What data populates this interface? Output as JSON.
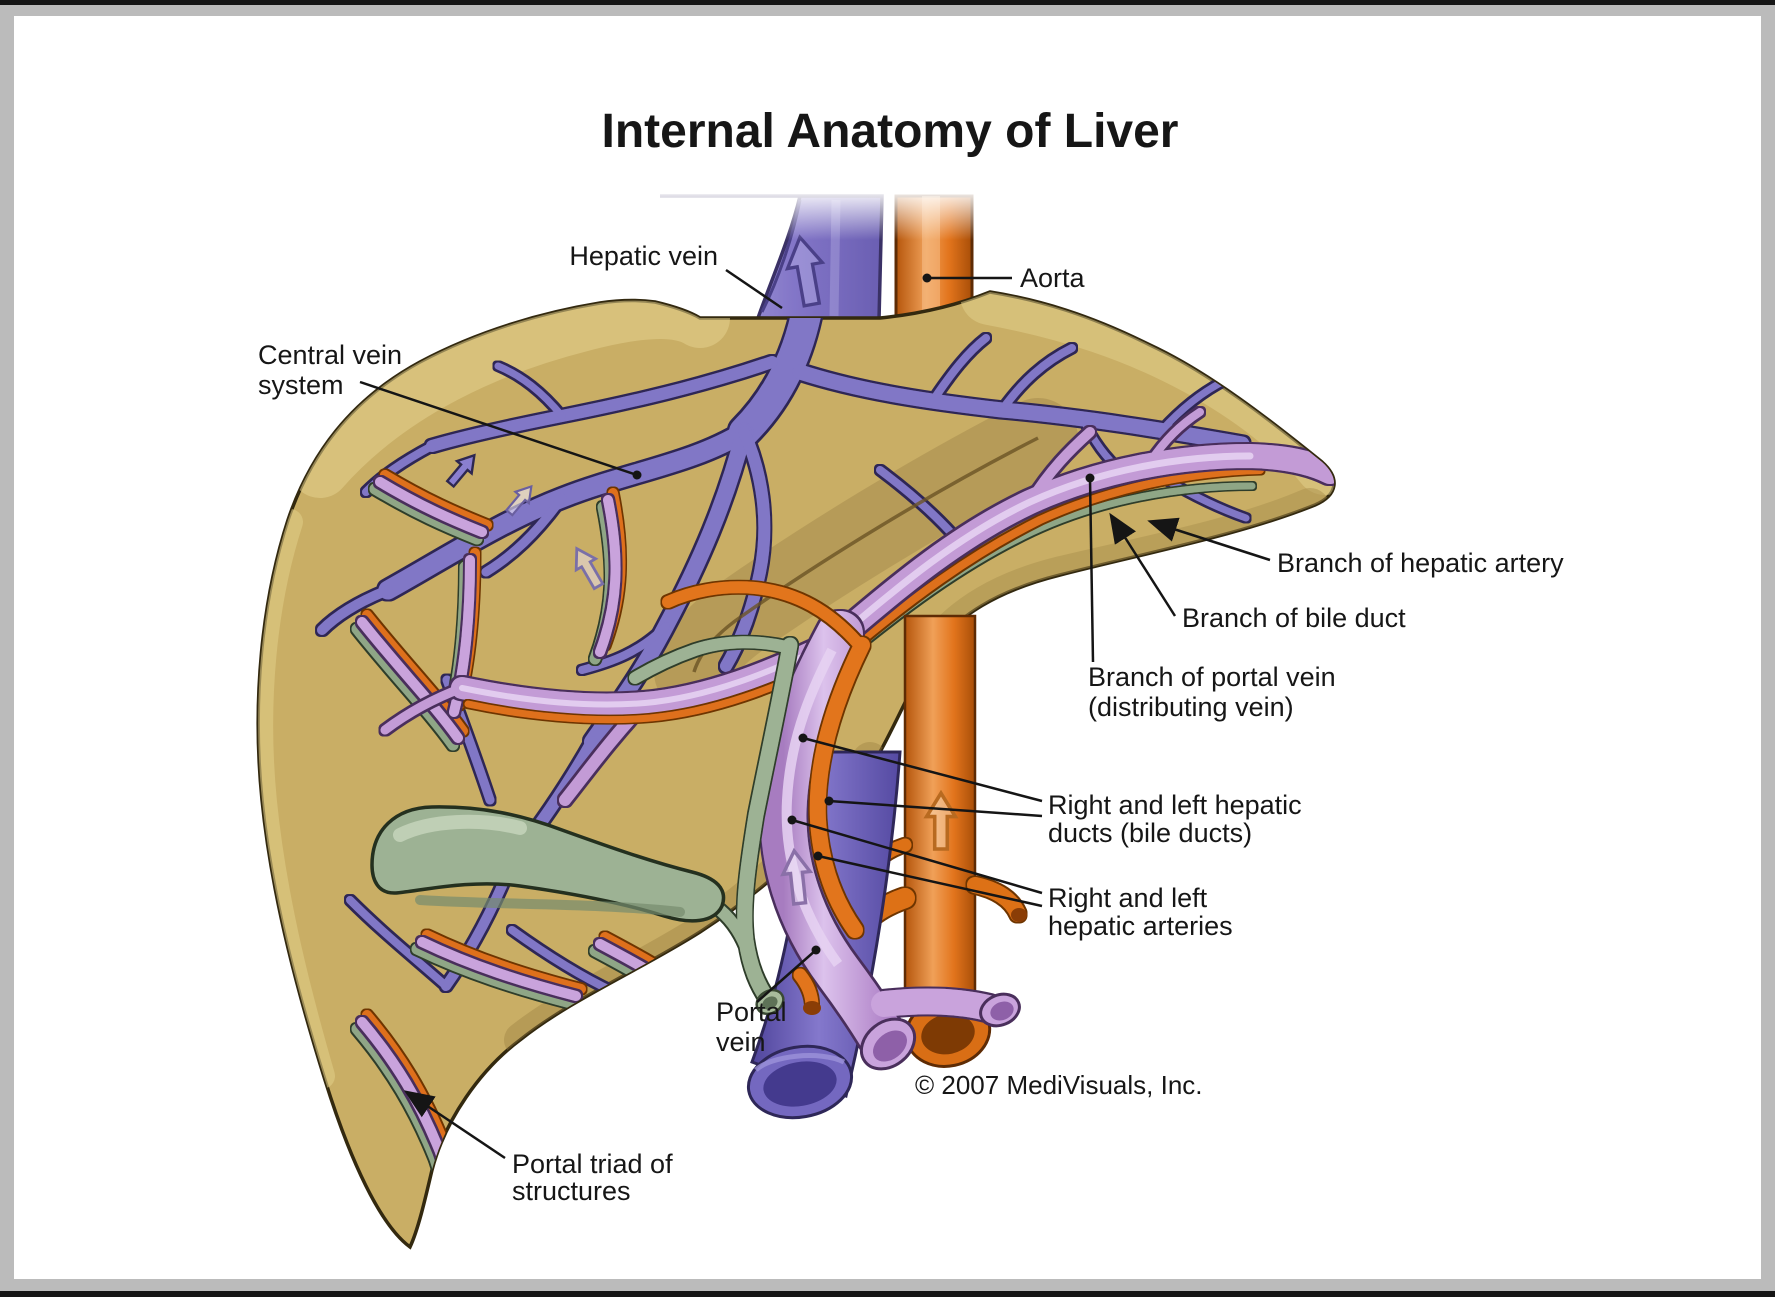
{
  "title": "Internal Anatomy of Liver",
  "copyright": "© 2007 MediVisuals, Inc.",
  "labels": {
    "hepatic_vein": "Hepatic vein",
    "central_vein": {
      "l1": "Central vein",
      "l2": "system"
    },
    "aorta": "Aorta",
    "branch_hepatic_artery": "Branch of hepatic artery",
    "branch_bile_duct": "Branch of bile duct",
    "branch_portal_vein": {
      "l1": "Branch of portal vein",
      "l2": "(distributing vein)"
    },
    "rl_hepatic_ducts": {
      "l1": "Right and left hepatic",
      "l2": "ducts (bile ducts)"
    },
    "rl_hepatic_arteries": {
      "l1": "Right and left",
      "l2": "hepatic arteries"
    },
    "portal_vein": {
      "l1": "Portal",
      "l2": "vein"
    },
    "portal_triad": {
      "l1": "Portal triad of",
      "l2": "structures"
    }
  },
  "icons": [
    "hepatic-vein-flow-arrow-icon",
    "central-vein-flow-arrow-icon",
    "left-branch-flow-arrow-icon",
    "portal-vein-flow-arrow-icon",
    "aorta-flow-arrow-icon"
  ],
  "palette": {
    "background": "#ffffff",
    "frame_gray": "#bbbbbb",
    "frame_black": "#151515",
    "liver_tan": "#c9ae65",
    "liver_highlight": "#e3d18e",
    "liver_shadow": "#a0854a",
    "hepatic_vein_purple": "#8177c6",
    "ivc_purple": "#7468c0",
    "portal_lavender": "#c9a3dc",
    "artery_orange": "#e2741c",
    "bile_duct_green": "#9db294",
    "gallbladder_green": "#9db294",
    "leader_line": "#151515",
    "text": "#161616"
  }
}
